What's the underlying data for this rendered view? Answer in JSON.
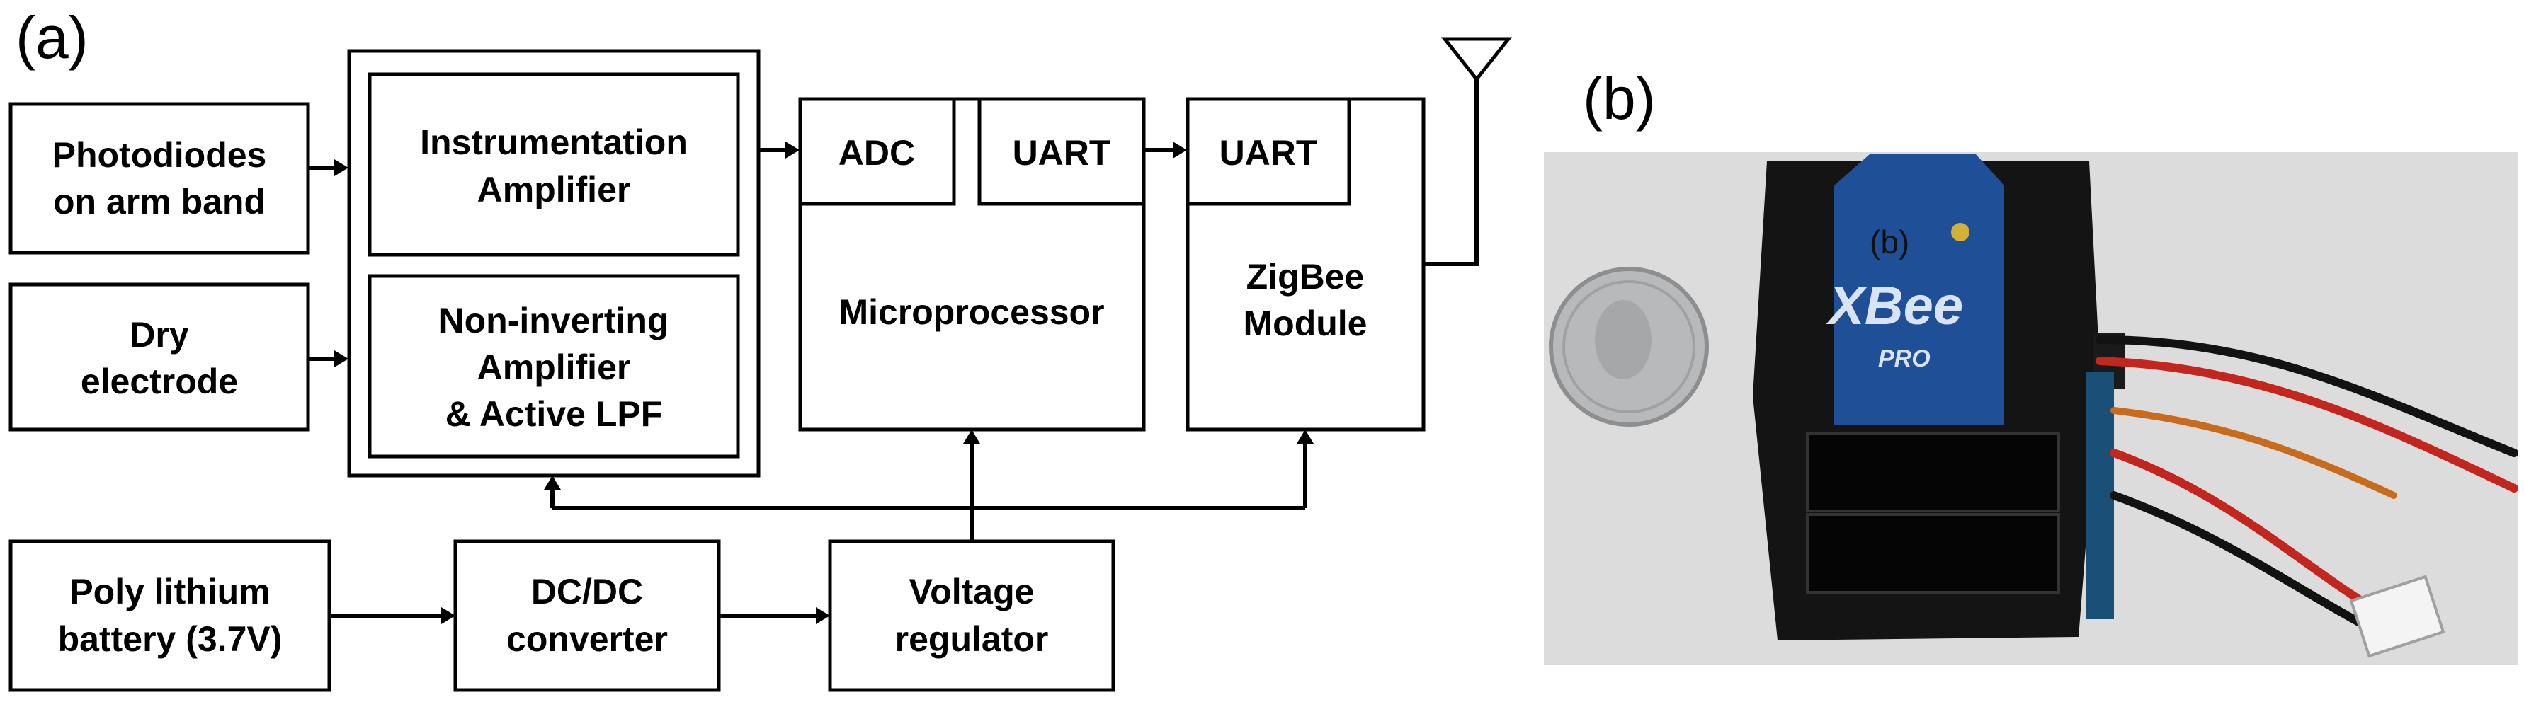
{
  "panels": {
    "a": "(a)",
    "b": "(b)"
  },
  "blocks": {
    "photodiodes": [
      "Photodiodes",
      "on arm band"
    ],
    "dry_electrode": [
      "Dry",
      "electrode"
    ],
    "inst_amp": [
      "Instrumentation",
      "Amplifier"
    ],
    "noninv_amp": [
      "Non-inverting",
      "Amplifier",
      "& Active LPF"
    ],
    "adc": [
      "ADC"
    ],
    "uart_mcu": [
      "UART"
    ],
    "microprocessor": [
      "Microprocessor"
    ],
    "uart_zigbee": [
      "UART"
    ],
    "zigbee": [
      "ZigBee",
      "Module"
    ],
    "battery": [
      "Poly lithium",
      "battery (3.7V)"
    ],
    "dcdc": [
      "DC/DC",
      "converter"
    ],
    "regulator": [
      "Voltage",
      "regulator"
    ]
  },
  "photo": {
    "board_brand": "XBee",
    "board_model": "PRO",
    "overlay": "(b)"
  },
  "colors": {
    "board_blue": "#1f4f97",
    "photo_background": "#dcdcdc",
    "tape_black": "#141414"
  }
}
